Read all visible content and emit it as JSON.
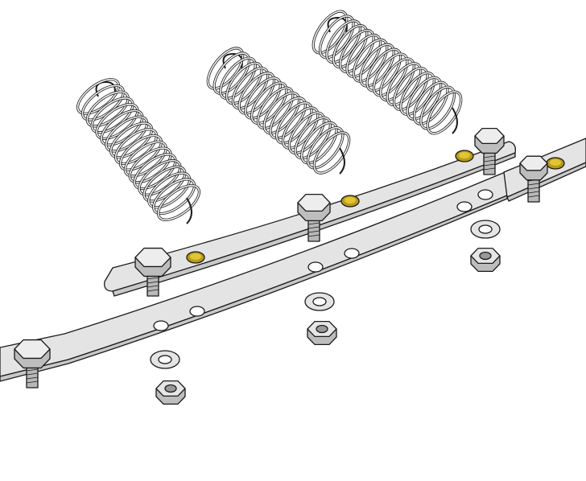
{
  "illustration": {
    "parts": [
      "spring",
      "spring",
      "spring",
      "upper-bar",
      "lower-bar",
      "bolt",
      "washer",
      "nut",
      "rivet"
    ],
    "colors": {
      "background": "#ffffff",
      "outline": "#1a1a1a",
      "metal": "#e4e4e4",
      "metal_shade": "#c8c8c8",
      "brass": "#e0c633",
      "brass_shade": "#b89a1c",
      "hole": "#ffffff"
    }
  }
}
